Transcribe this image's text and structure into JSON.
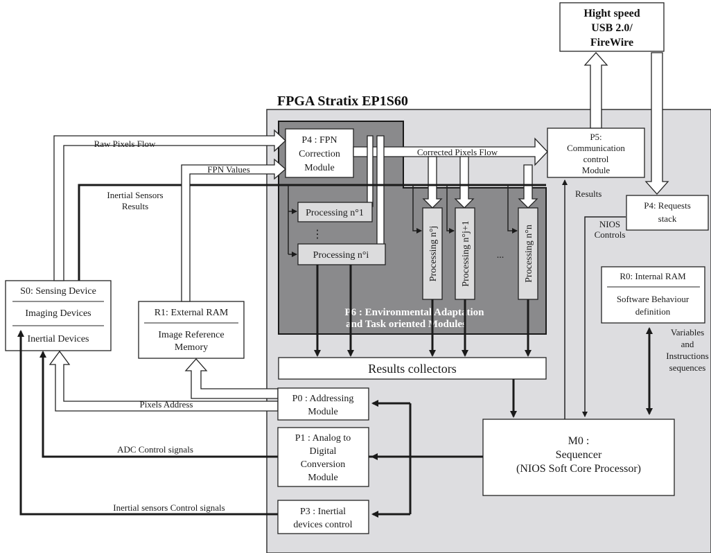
{
  "fpga_title": "FPGA Stratix EP1S60",
  "usb": {
    "line1": "Hight speed",
    "line2": "USB 2.0/",
    "line3": "FireWire"
  },
  "p4_fpn": {
    "line1": "P4 : FPN",
    "line2": "Correction",
    "line3": "Module"
  },
  "p5": {
    "line1": "P5:",
    "line2": "Communication",
    "line3": "control",
    "line4": "Module"
  },
  "p4_req": {
    "line1": "P4: Requests",
    "line2": "stack"
  },
  "s0": {
    "title": "S0: Sensing Device",
    "item1": "Imaging Devices",
    "item2": "Inertial Devices"
  },
  "r1": {
    "title": "R1: External RAM",
    "line1": "Image Reference",
    "line2": "Memory"
  },
  "r0": {
    "title": "R0: Internal RAM",
    "line1": "Software Behaviour",
    "line2": "definition"
  },
  "processing": {
    "p1": "Processing n°1",
    "dots_v": "⋮",
    "pi": "Processing n°i",
    "pj": "Processing n°j",
    "pj1": "Processing n°j+1",
    "dots_h": "...",
    "pn": "Processing n°n"
  },
  "p6": {
    "line1": "P6 : Environmental Adaptation",
    "line2": "and Task oriented Modules"
  },
  "results_collectors": "Results collectors",
  "p0": {
    "line1": "P0 : Addressing",
    "line2": "Module"
  },
  "p1": {
    "line1": "P1 : Analog to",
    "line2": "Digital",
    "line3": "Conversion",
    "line4": "Module"
  },
  "p3": {
    "line1": "P3 : Inertial",
    "line2": "devices control"
  },
  "m0": {
    "line1": "M0 :",
    "line2": "Sequencer",
    "line3": "(NIOS Soft Core Processor)"
  },
  "labels": {
    "raw_pixels": "Raw Pixels Flow",
    "fpn_values": "FPN Values",
    "inertial_results_1": "Inertial Sensors",
    "inertial_results_2": "Results",
    "corrected_pixels": "Corrected Pixels Flow",
    "results": "Results",
    "nios_controls_1": "NIOS",
    "nios_controls_2": "Controls",
    "variables_1": "Variables",
    "variables_2": "and",
    "variables_3": "Instructions",
    "variables_4": "sequences",
    "pixels_address": "Pixels Address",
    "adc_control": "ADC Control signals",
    "inertial_control": "Inertial sensors Control signals"
  },
  "colors": {
    "fpga_bg": "#dddde0",
    "p6_bg": "#8a8a8c",
    "process_box": "#dcdcdd"
  }
}
